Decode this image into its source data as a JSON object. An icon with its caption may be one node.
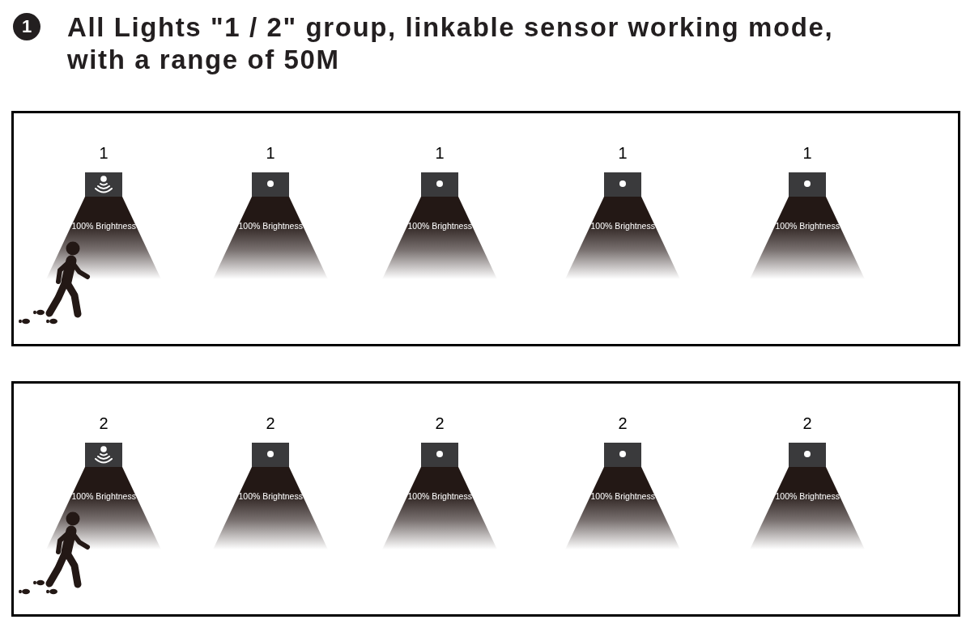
{
  "diagram": {
    "title": "All Lights \"1 / 2\" group, linkable sensor working mode, with a range of 50M",
    "nodes": [
      {
        "text": [],
        "shape": "box"
      },
      {
        "text": [
          "1",
          "100% Brightness"
        ],
        "in": 0
      },
      {
        "text": [
          "1",
          "100% Brightness"
        ],
        "in": 0
      },
      {
        "text": [
          "1",
          "100% Brightness"
        ],
        "in": 0
      },
      {
        "text": [
          "1",
          "100% Brightness"
        ],
        "in": 0
      },
      {
        "text": [
          "1",
          "100% Brightness"
        ],
        "in": 0
      },
      {
        "text": [],
        "shape": "box"
      },
      {
        "text": [
          "2",
          "100% Brightness"
        ],
        "in": 6
      },
      {
        "text": [
          "2",
          "100% Brightness"
        ],
        "in": 6
      },
      {
        "text": [
          "2",
          "100% Brightness"
        ],
        "in": 6
      },
      {
        "text": [
          "2",
          "100% Brightness"
        ],
        "in": 6
      },
      {
        "text": [
          "2",
          "100% Brightness"
        ],
        "in": 6
      }
    ],
    "labels": [
      "1"
    ]
  }
}
